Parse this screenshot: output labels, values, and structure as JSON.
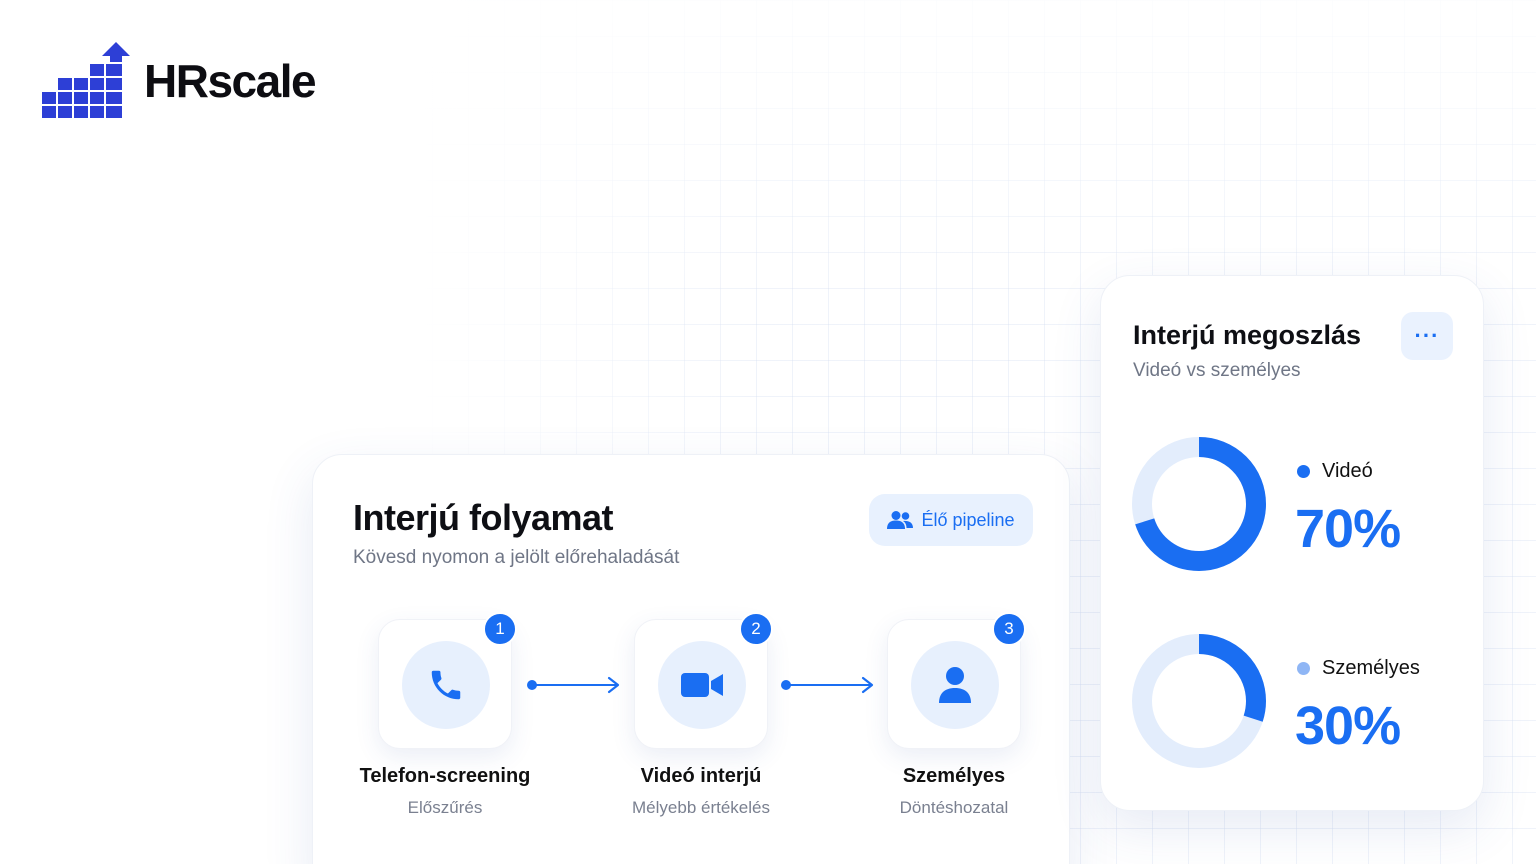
{
  "brand": {
    "name": "HRscale",
    "color": "#2d3fd6"
  },
  "process": {
    "title": "Interjú folyamat",
    "subtitle": "Kövesd nyomon a jelölt előrehaladását",
    "pill_icon": "users-icon",
    "pill_label": "Élő pipeline",
    "steps": [
      {
        "number": "1",
        "icon": "phone-icon",
        "label": "Telefon-screening",
        "sub": "Előszűrés"
      },
      {
        "number": "2",
        "icon": "video-camera-icon",
        "label": "Videó interjú",
        "sub": "Mélyebb értékelés"
      },
      {
        "number": "3",
        "icon": "user-icon",
        "label": "Személyes",
        "sub": "Döntéshozatal"
      }
    ]
  },
  "distribution": {
    "title": "Interjú megoszlás",
    "subtitle": "Videó vs személyes",
    "more_label": "···",
    "items": [
      {
        "label": "Videó",
        "percent_label": "70%",
        "value": 70,
        "color": "#1a6ef2"
      },
      {
        "label": "Személyes",
        "percent_label": "30%",
        "value": 30,
        "color": "#1a6ef2",
        "legend_color": "#8fb6f5"
      }
    ]
  },
  "colors": {
    "accent": "#1a6ef2",
    "accent_light": "#e7f0fd"
  }
}
